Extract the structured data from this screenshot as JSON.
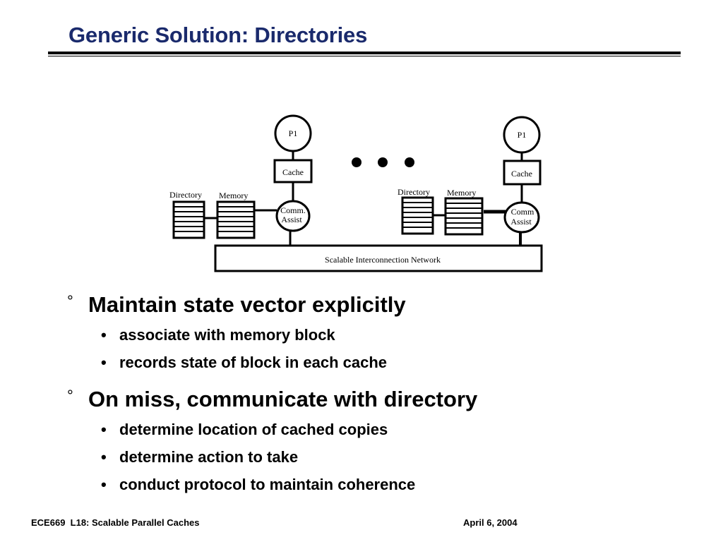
{
  "slide": {
    "title": "Generic Solution: Directories"
  },
  "diagram": {
    "node_left": {
      "processor": "P1",
      "cache": "Cache",
      "comm_assist_line1": "Comm.",
      "comm_assist_line2": "Assist",
      "directory": "Directory",
      "memory": "Memory"
    },
    "node_right": {
      "processor": "P1",
      "cache": "Cache",
      "comm_assist_line1": "Comm",
      "comm_assist_line2": "Assist",
      "directory": "Directory",
      "memory": "Memory"
    },
    "network": "Scalable Interconnection Network"
  },
  "bullets": [
    {
      "mark": "°",
      "text": "Maintain state vector explicitly",
      "sub": [
        "associate with memory block",
        "records state of block in each cache"
      ]
    },
    {
      "mark": "°",
      "text": "On miss, communicate with directory",
      "sub": [
        "determine location of cached copies",
        "determine action to take",
        "conduct protocol to maintain coherence"
      ]
    }
  ],
  "sub_mark": "•",
  "footer": {
    "left": "ECE669  L18: Scalable Parallel Caches",
    "right": "April 6, 2004"
  }
}
